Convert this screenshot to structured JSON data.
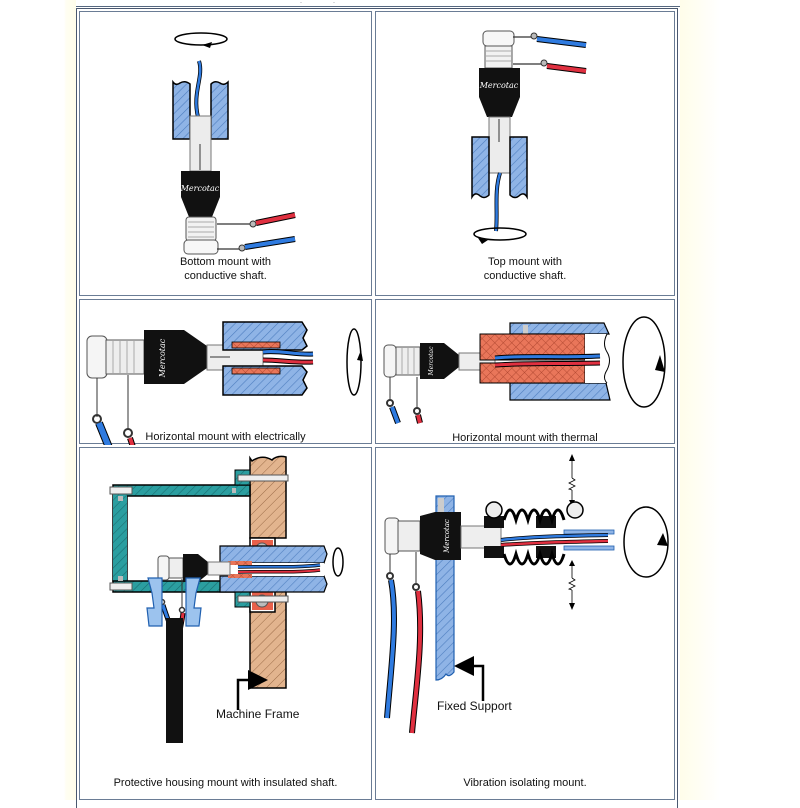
{
  "page": {
    "background": "#fffdea",
    "border_color": "#6a7c95"
  },
  "colors": {
    "blue_wire": "#2f7be0",
    "red_wire": "#e03040",
    "hatch_blue": "#8fb4e6",
    "insulator_orange": "#e9765a",
    "housing_teal": "#2b9ea0",
    "frame_tan": "#e2b48e",
    "connector_black": "#111111"
  },
  "brand_logo": "Mercotac",
  "cells": [
    {
      "caption_line1": "Bottom mount with",
      "caption_line2": "conductive shaft."
    },
    {
      "caption_line1": "Top mount with",
      "caption_line2": "conductive shaft."
    },
    {
      "caption_line1": "Horizontal mount with electrically",
      "caption_line2": ""
    },
    {
      "caption_line1": "Horizontal mount with thermal",
      "caption_line2": ""
    },
    {
      "caption_line1": "Protective housing mount with insulated shaft.",
      "caption_line2": "",
      "callout": "Machine Frame"
    },
    {
      "caption_line1": "Vibration isolating mount.",
      "caption_line2": "",
      "callout": "Fixed Support"
    }
  ]
}
